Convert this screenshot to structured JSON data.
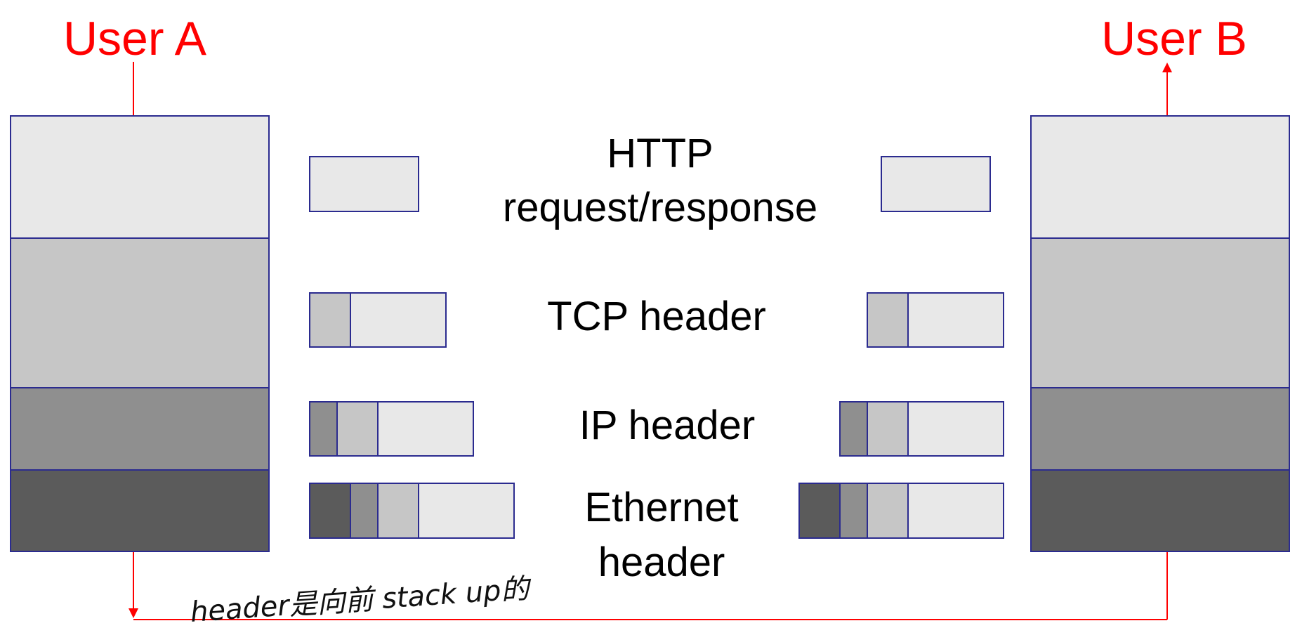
{
  "users": {
    "a": {
      "label": "User A"
    },
    "b": {
      "label": "User B"
    }
  },
  "layers": {
    "http": {
      "line1": "HTTP",
      "line2": "request/response"
    },
    "tcp": {
      "label": "TCP header"
    },
    "ip": {
      "label": "IP header"
    },
    "ethernet": {
      "line1": "Ethernet",
      "line2": "header"
    }
  },
  "annotation": {
    "text": "header是向前 stack up的"
  },
  "colors": {
    "accent": "#ff0000",
    "stroke": "#2b2b8f",
    "app": "#e8e8e8",
    "transport": "#c6c6c6",
    "network": "#8f8f8f",
    "link": "#5b5b5b",
    "text": "#000000",
    "annotation": "#111111"
  }
}
